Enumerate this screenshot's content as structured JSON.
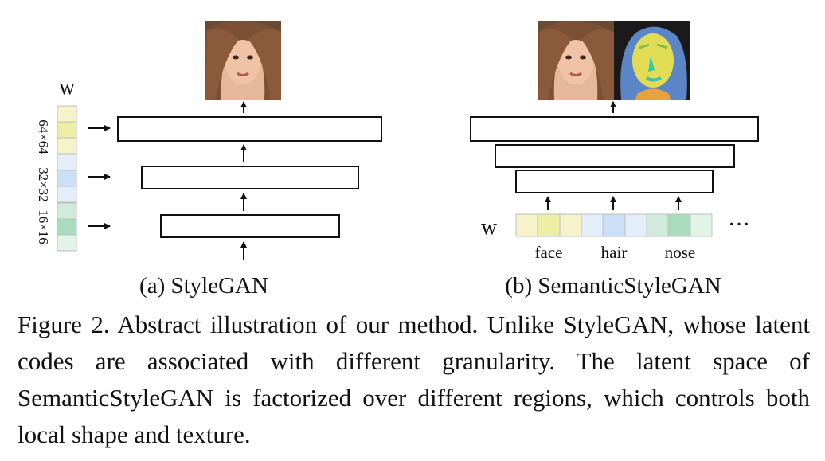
{
  "panel_a": {
    "w_label": "w",
    "res_labels": [
      "64×64",
      "32×32",
      "16×16"
    ],
    "caption": "(a) StyleGAN",
    "colors": {
      "yellow": [
        "#f6f2c9",
        "#eeeda6",
        "#f6f2c9"
      ],
      "blue": [
        "#e4eefb",
        "#cbdff7",
        "#e4eefb"
      ],
      "green": [
        "#d0ebd9",
        "#a8dcbc",
        "#e2f3e8"
      ]
    }
  },
  "panel_b": {
    "w_label": "w",
    "region_labels": [
      "face",
      "hair",
      "nose"
    ],
    "ellipsis": "···",
    "caption": "(b) SemanticStyleGAN"
  },
  "caption": {
    "text": "Figure 2. Abstract illustration of our method. Unlike StyleGAN, whose latent codes are associated with different granularity. The latent space of SemanticStyleGAN is factorized over different regions, which controls both local shape and texture."
  },
  "icons": [
    "face-photo-icon",
    "segmentation-mask-icon",
    "arrow-up-icon",
    "arrow-right-icon"
  ]
}
